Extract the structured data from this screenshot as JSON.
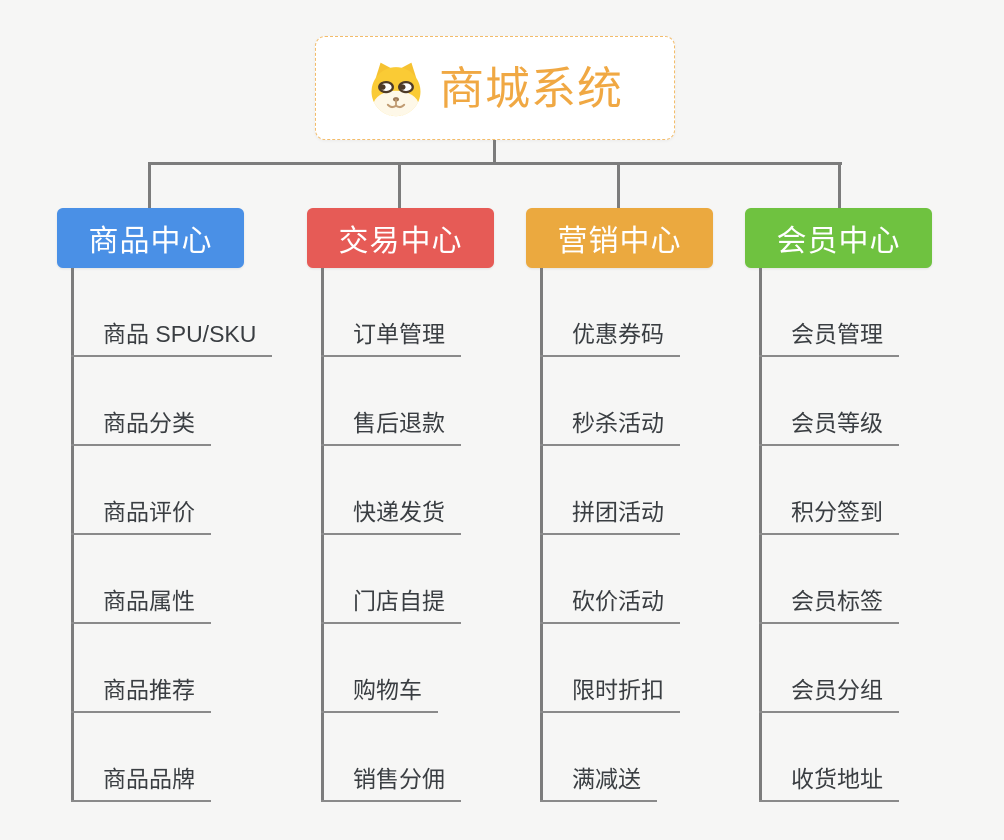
{
  "page": {
    "background_color": "#F6F6F5",
    "connector_color": "#7C7C7C",
    "underline_color": "#8A8A8A"
  },
  "root": {
    "title": "商城系统",
    "icon": "doge-icon",
    "title_color": "#F0A843",
    "border_color": "#F3BC6A"
  },
  "branches": [
    {
      "label": "商品中心",
      "color": "#4A90E6",
      "children": [
        "商品 SPU/SKU",
        "商品分类",
        "商品评价",
        "商品属性",
        "商品推荐",
        "商品品牌"
      ]
    },
    {
      "label": "交易中心",
      "color": "#E65B56",
      "children": [
        "订单管理",
        "售后退款",
        "快递发货",
        "门店自提",
        "购物车",
        "销售分佣"
      ]
    },
    {
      "label": "营销中心",
      "color": "#EBA93F",
      "children": [
        "优惠券码",
        "秒杀活动",
        "拼团活动",
        "砍价活动",
        "限时折扣",
        "满减送"
      ]
    },
    {
      "label": "会员中心",
      "color": "#6FC240",
      "children": [
        "会员管理",
        "会员等级",
        "积分签到",
        "会员标签",
        "会员分组",
        "收货地址"
      ]
    }
  ]
}
